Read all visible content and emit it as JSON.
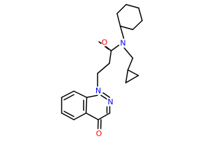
{
  "molecule": {
    "colors": {
      "bond": "#000000",
      "N": "#0000ff",
      "O": "#ff0000"
    },
    "atoms": [
      {
        "id": "o_amide",
        "label": "O"
      },
      {
        "id": "n_amide",
        "label": "N"
      },
      {
        "id": "n1_ring",
        "label": "N"
      },
      {
        "id": "n2_ring",
        "label": "N"
      },
      {
        "id": "o_ketone",
        "label": "O"
      }
    ]
  }
}
